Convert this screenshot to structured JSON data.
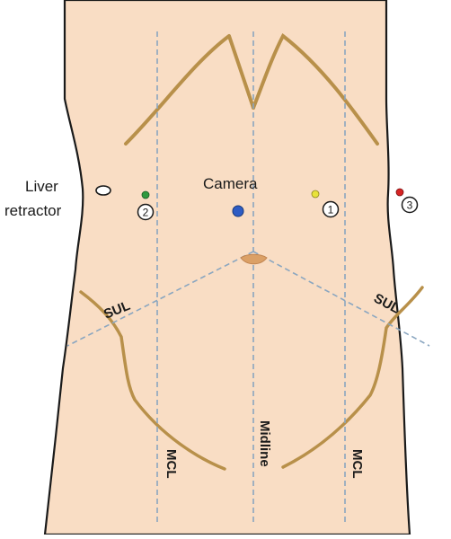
{
  "labels": {
    "liver_line1": "Liver",
    "liver_line2": "retractor",
    "camera": "Camera",
    "sul_left": "SUL",
    "sul_right": "SUL",
    "mcl_left": "MCL",
    "midline": "Midline",
    "mcl_right": "MCL"
  },
  "ports": {
    "liver_retractor": {
      "color": "#ffffff"
    },
    "camera": {
      "color": "#2e5cc4"
    },
    "port_1": {
      "number": "1",
      "color": "#e8e23a"
    },
    "port_2": {
      "number": "2",
      "color": "#2f9a3e"
    },
    "port_3": {
      "number": "3",
      "color": "#d62424"
    }
  },
  "colors": {
    "skin": "#f9ddc4",
    "outline": "#1a1a1a",
    "rib_margin": "#b8904a",
    "guide_line": "#8aa6c0"
  }
}
